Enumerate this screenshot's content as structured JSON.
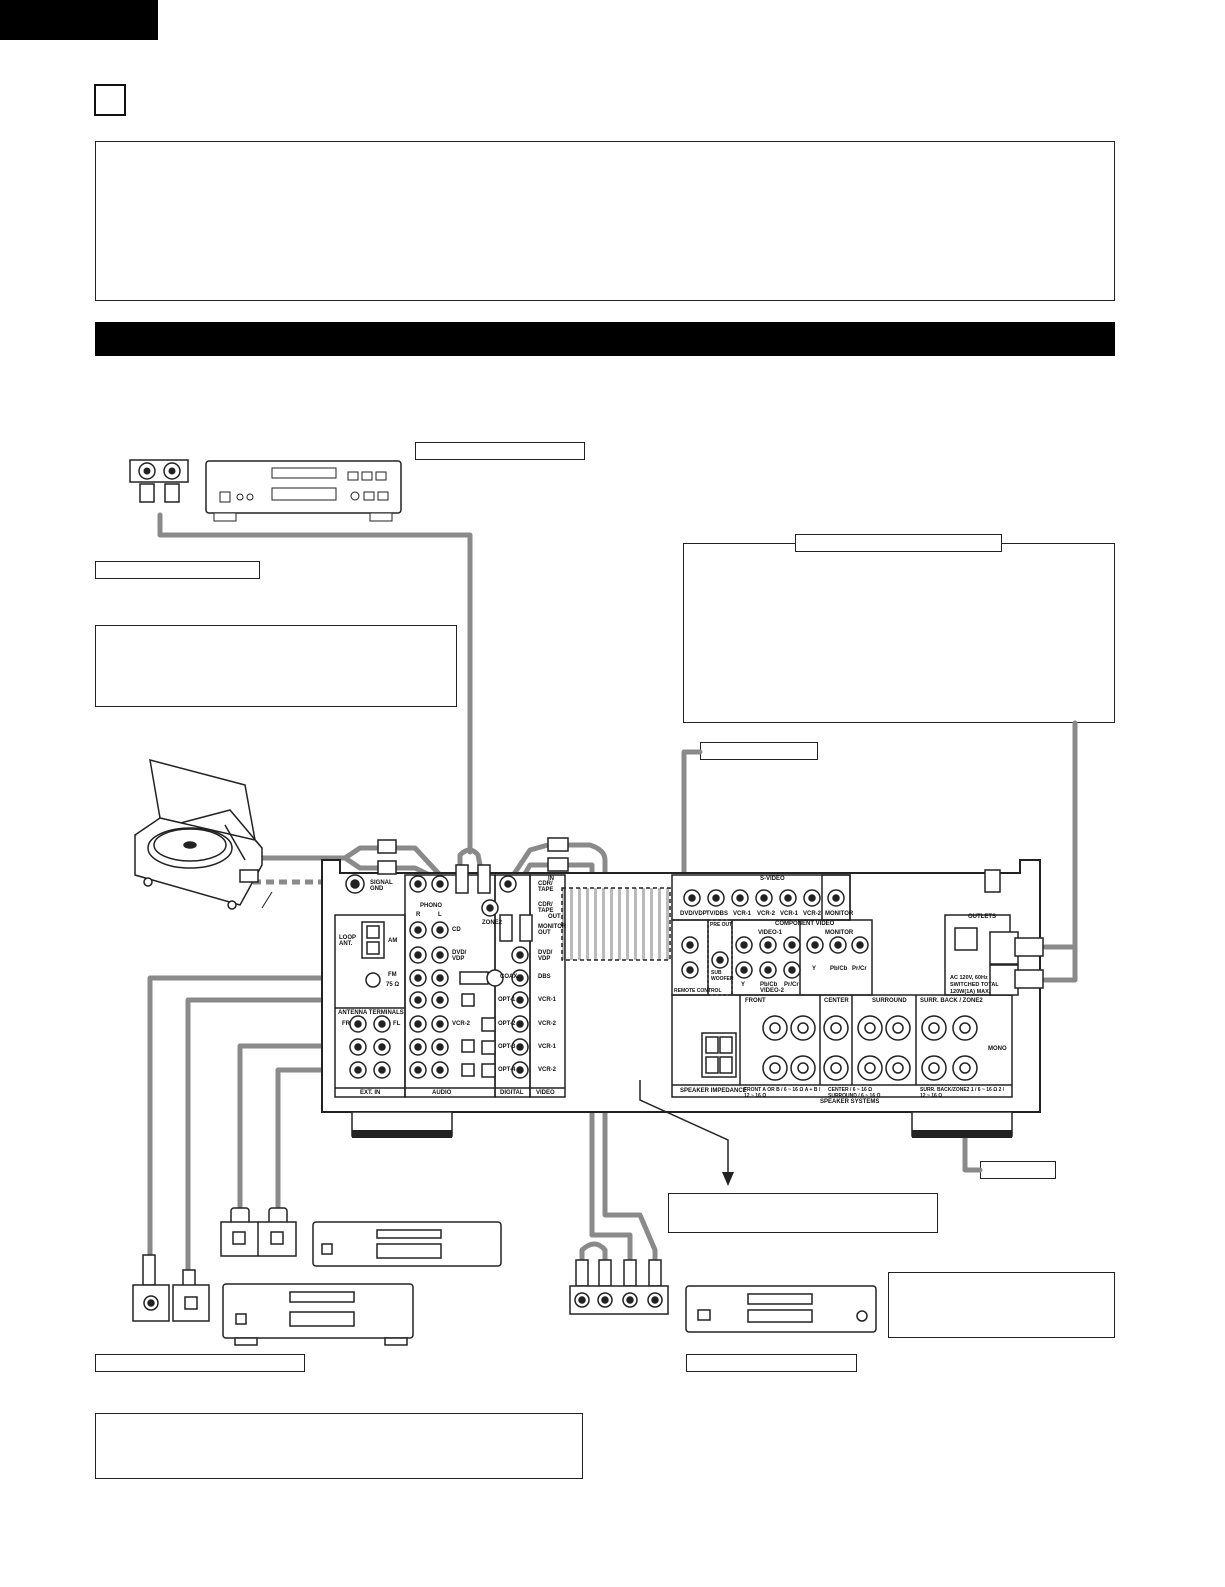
{
  "page": {
    "tab_color": "#000000",
    "cable_color": "#8a8a8a",
    "line_color": "#222222"
  },
  "receiver": {
    "rear_labels": {
      "signal_gnd": "SIGNAL GND",
      "phono": "PHONO",
      "cd": "CD",
      "cdr_tape": "CDR/ TAPE",
      "cdr_tape_2": "CDR/ TAPE",
      "monitor_out": "MONITOR OUT",
      "dvd_vdp": "DVD/ VDP",
      "dbs": "DBS",
      "vcr1": "VCR-1",
      "vcr2": "VCR-2",
      "coax": "COAX.",
      "opt1": "OPT-1",
      "opt2": "OPT-2",
      "opt3": "OPT-3",
      "opt4": "OPT-4",
      "loop_ant": "LOOP ANT.",
      "am": "AM",
      "fm": "FM",
      "fm_ohm": "75 Ω",
      "antenna_terminals": "ANTENNA TERMINALS",
      "fr": "FR",
      "fl": "FL",
      "ext_in": "EXT. IN",
      "audio": "AUDIO",
      "digital": "DIGITAL",
      "video": "VIDEO",
      "in": "IN",
      "out": "OUT",
      "zone2": "ZONE2",
      "r": "R",
      "l": "L",
      "s_video": "S-VIDEO",
      "dvd_vdp_s": "DVD/VDP",
      "tv_dbs": "TV/DBS",
      "vcr_1": "VCR-1",
      "vcr_2": "VCR-2",
      "monitor": "MONITOR",
      "remote_control": "REMOTE CONTROL",
      "pre_out": "PRE OUT",
      "sub_woofer": "SUB WOOFER",
      "component_video": "COMPONENT VIDEO",
      "video1": "VIDEO-1",
      "video2": "VIDEO-2",
      "y": "Y",
      "pb_cb": "Pb/Cb",
      "pr_cr": "Pr/Cr",
      "outlets": "OUTLETS",
      "ac_info": "AC 120V, 60Hz SWITCHED TOTAL 120W(1A) MAX.",
      "front": "FRONT",
      "center": "CENTER",
      "surround": "SURROUND",
      "surr_back": "SURR. BACK / ZONE2",
      "mono": "MONO",
      "speaker_impedance": "SPEAKER IMPEDANCE",
      "speaker_systems": "SPEAKER SYSTEMS",
      "front_imp": "FRONT  A OR B / 6 ~ 16 Ω  A + B / 12 ~ 16 Ω",
      "center_imp": "CENTER / 6 ~ 16 Ω  SURROUND / 6 ~ 16 Ω",
      "surrback_imp": "SURR. BACK/ZONE2  1 / 6 ~ 16 Ω  2 / 12 ~ 16 Ω"
    }
  }
}
